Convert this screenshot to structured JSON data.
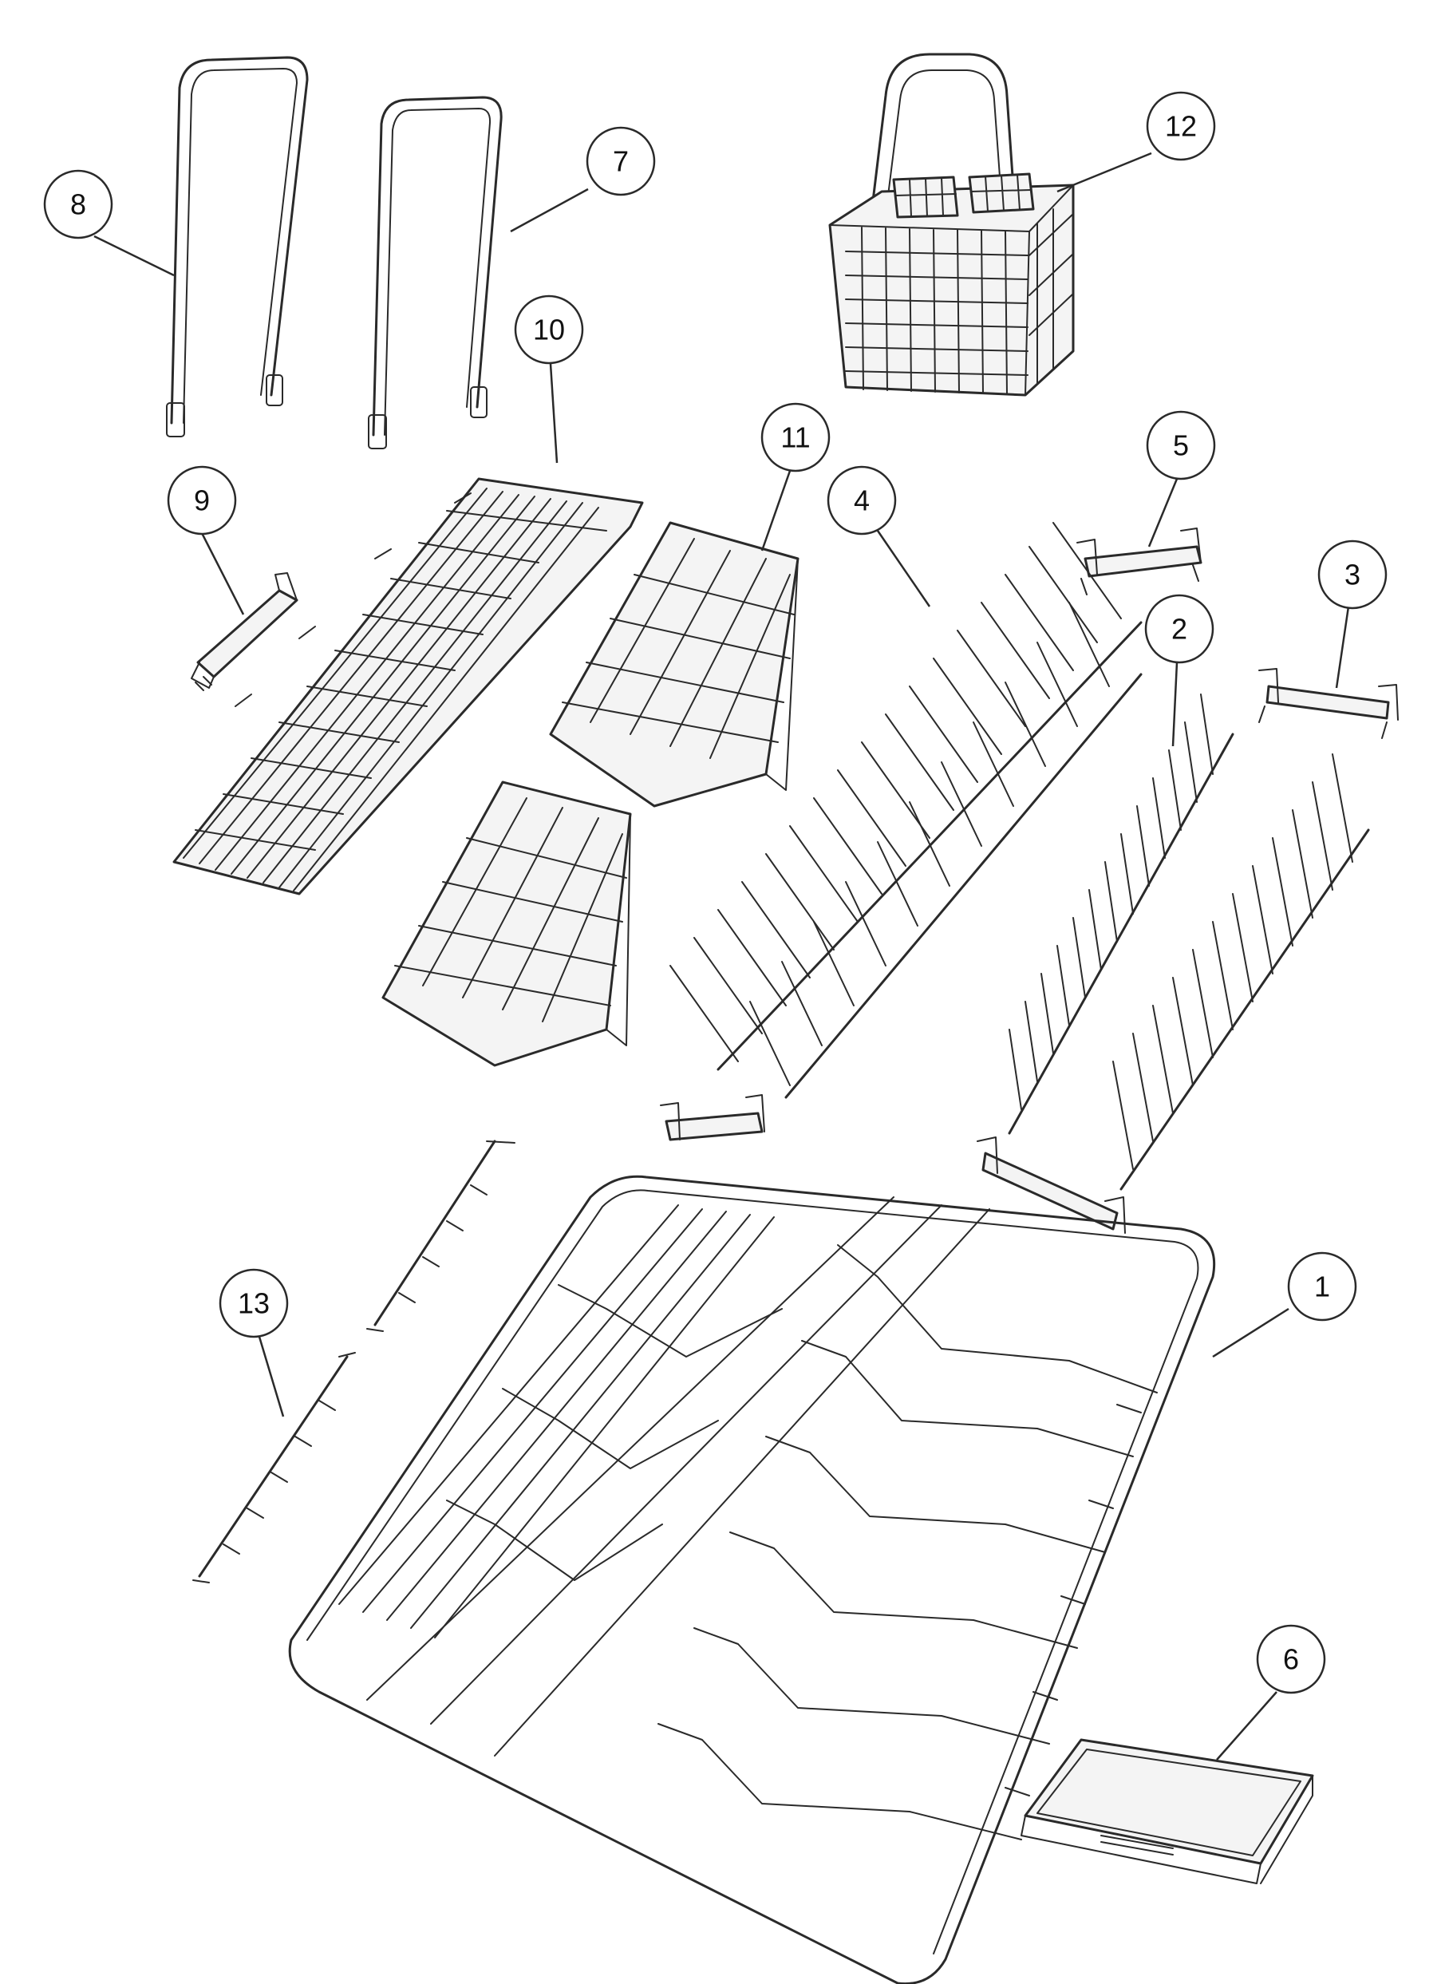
{
  "colors": {
    "line": "#2a2a2a",
    "background": "#ffffff"
  },
  "callouts": [
    {
      "id": "1",
      "label": "1"
    },
    {
      "id": "2",
      "label": "2"
    },
    {
      "id": "3",
      "label": "3"
    },
    {
      "id": "4",
      "label": "4"
    },
    {
      "id": "5",
      "label": "5"
    },
    {
      "id": "6",
      "label": "6"
    },
    {
      "id": "7",
      "label": "7"
    },
    {
      "id": "8",
      "label": "8"
    },
    {
      "id": "9",
      "label": "9"
    },
    {
      "id": "10",
      "label": "10"
    },
    {
      "id": "11",
      "label": "11"
    },
    {
      "id": "12",
      "label": "12"
    },
    {
      "id": "13",
      "label": "13"
    }
  ]
}
